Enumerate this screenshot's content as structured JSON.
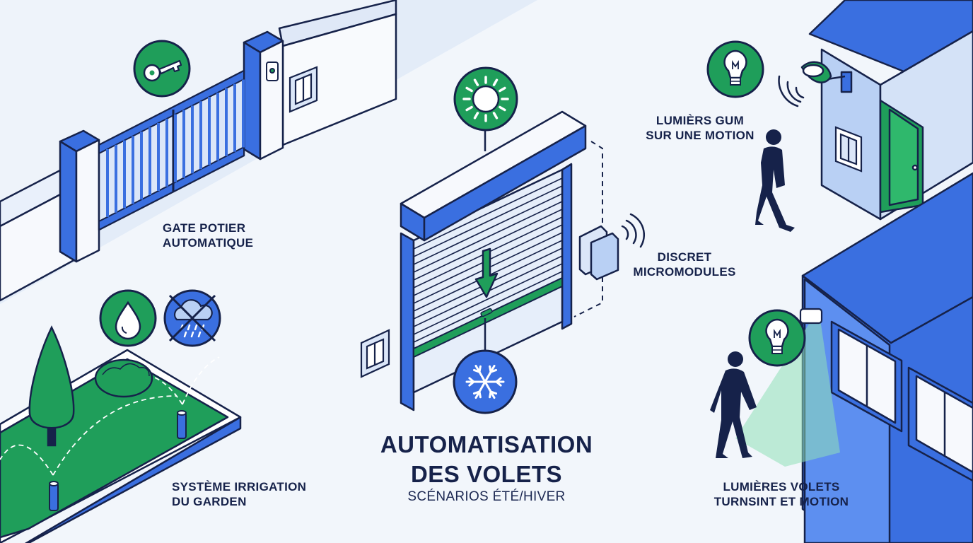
{
  "title": {
    "line1": "AUTOMATISATION",
    "line2": "DES VOLETS",
    "subtitle": "SCÉNARIOS ÉTÉ/HIVER"
  },
  "labels": {
    "gate": {
      "line1": "GATE POTIER",
      "line2": "AUTOMATIQUE"
    },
    "irrigation": {
      "line1": "SYSTÈME IRRIGATION",
      "line2": "DU GARDEN"
    },
    "micromodules": {
      "line1": "DISCRET",
      "line2": "MICROMODULES"
    },
    "lights_motion": {
      "line1": "LUMIÈRS GUM",
      "line2": "SUR UNE MOTION"
    },
    "shutters_motion": {
      "line1": "LUMIÈRES VOLETS",
      "line2": "TURNSINT ET MOTION"
    }
  },
  "icons": {
    "gate_badge": "key-icon",
    "water_badge": "water-drop-icon",
    "weather_badge": "no-rain-icon",
    "summer_badge": "sun-icon",
    "winter_badge": "snowflake-icon",
    "light_badge_top": "lightbulb-icon",
    "light_badge_bottom": "lightbulb-icon"
  },
  "colors": {
    "navy": "#16224a",
    "blue": "#3a6fe0",
    "light_blue": "#b9d0f4",
    "green": "#1f9e5a",
    "background": "#eef3fa"
  }
}
